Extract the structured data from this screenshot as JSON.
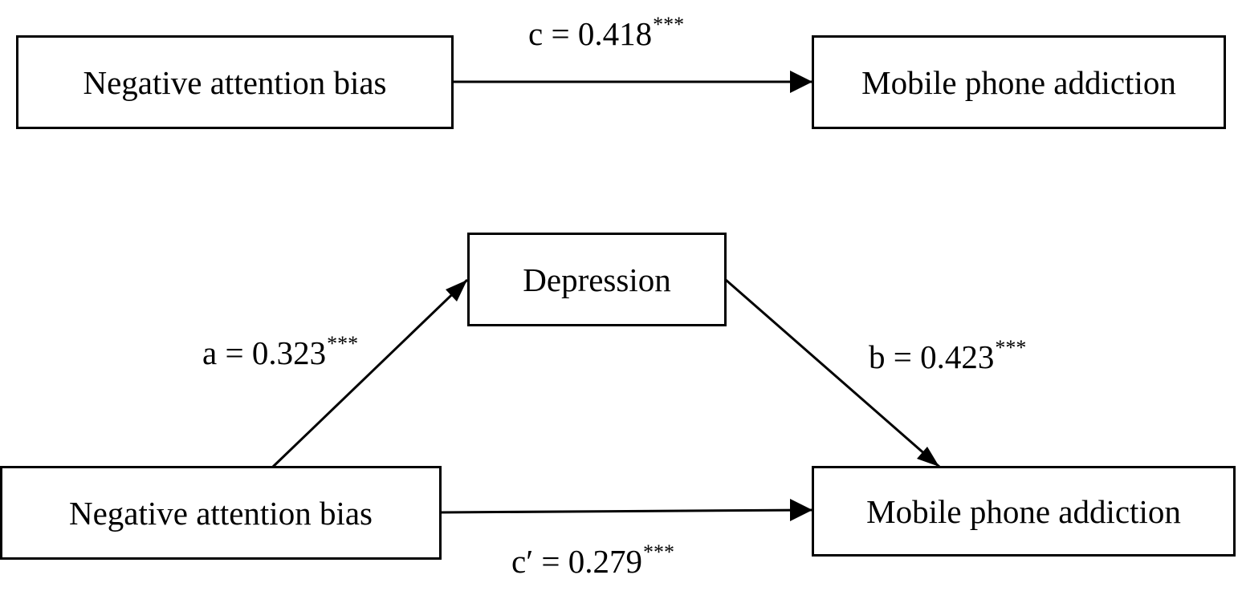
{
  "total_effect_model": {
    "predictor": "Negative attention bias",
    "outcome": "Mobile phone addiction",
    "c_path": {
      "label": "c = 0.418",
      "significance": "***"
    }
  },
  "mediation_model": {
    "predictor": "Negative attention bias",
    "mediator": "Depression",
    "outcome": "Mobile phone addiction",
    "a_path": {
      "label": "a = 0.323",
      "significance": "***"
    },
    "b_path": {
      "label": "b = 0.423",
      "significance": "***"
    },
    "c_prime_path": {
      "label": "c′ = 0.279",
      "significance": "***"
    }
  },
  "colors": {
    "stroke": "#000000",
    "background": "#ffffff"
  }
}
